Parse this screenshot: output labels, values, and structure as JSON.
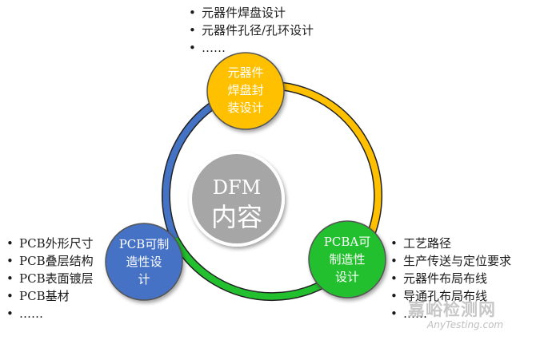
{
  "center": {
    "line1": "DFM",
    "line2": "内容"
  },
  "nodes": {
    "top": {
      "lines": [
        "元器件",
        "焊盘封",
        "装设计"
      ],
      "color": "#ffc000"
    },
    "left": {
      "lines": [
        "PCB可制",
        "造性设",
        "计"
      ],
      "color": "#4472c4"
    },
    "right": {
      "lines": [
        "PCBA可",
        "制造性",
        "设计"
      ],
      "color": "#22c02e"
    }
  },
  "lists": {
    "top": [
      "元器件焊盘设计",
      "元器件孔径/孔环设计",
      "……"
    ],
    "left": [
      "PCB外形尺寸",
      "PCB叠层结构",
      "PCB表面镀层",
      "PCB基材",
      "……"
    ],
    "right": [
      "工艺路径",
      "生产传送与定位要求",
      "元器件布局布线",
      "导通孔布局布线",
      "……"
    ]
  },
  "watermark": {
    "cn": "嘉峪检测网",
    "en": "AnyTesting.com"
  },
  "colors": {
    "center_fill": "#a6a6a6",
    "arc_yellow": "#ffc000",
    "arc_blue": "#4472c4",
    "arc_green": "#22c02e"
  }
}
